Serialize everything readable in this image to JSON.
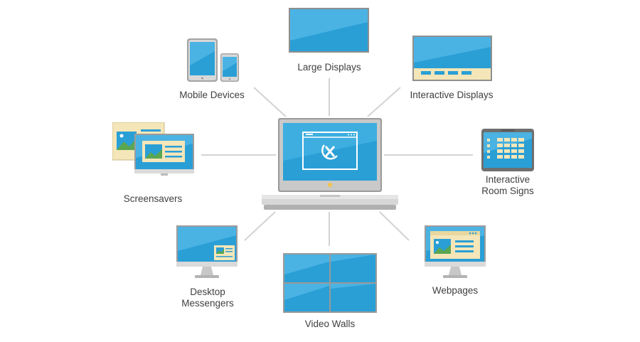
{
  "diagram": {
    "hub": "laptop",
    "nodes": [
      {
        "id": "large-displays",
        "label": "Large Displays",
        "icon": "large-display-icon"
      },
      {
        "id": "mobile-devices",
        "label": "Mobile Devices",
        "icon": "mobile-devices-icon"
      },
      {
        "id": "interactive-displays",
        "label": "Interactive Displays",
        "icon": "interactive-display-icon"
      },
      {
        "id": "screensavers",
        "label": "Screensavers",
        "icon": "screensaver-icon"
      },
      {
        "id": "interactive-room-signs",
        "label_line1": "Interactive",
        "label_line2": "Room Signs",
        "icon": "room-sign-icon"
      },
      {
        "id": "desktop-messengers",
        "label_line1": "Desktop",
        "label_line2": "Messengers",
        "icon": "desktop-messenger-icon"
      },
      {
        "id": "video-walls",
        "label": "Video Walls",
        "icon": "video-wall-icon"
      },
      {
        "id": "webpages",
        "label": "Webpages",
        "icon": "webpage-icon"
      }
    ]
  },
  "colors": {
    "screen_blue": "#2a9fd6",
    "screen_light": "#56b8e6",
    "bezel_gray": "#8c8c8c",
    "connector_gray": "#d0d0d0",
    "panel_beige": "#f4e6b8"
  }
}
